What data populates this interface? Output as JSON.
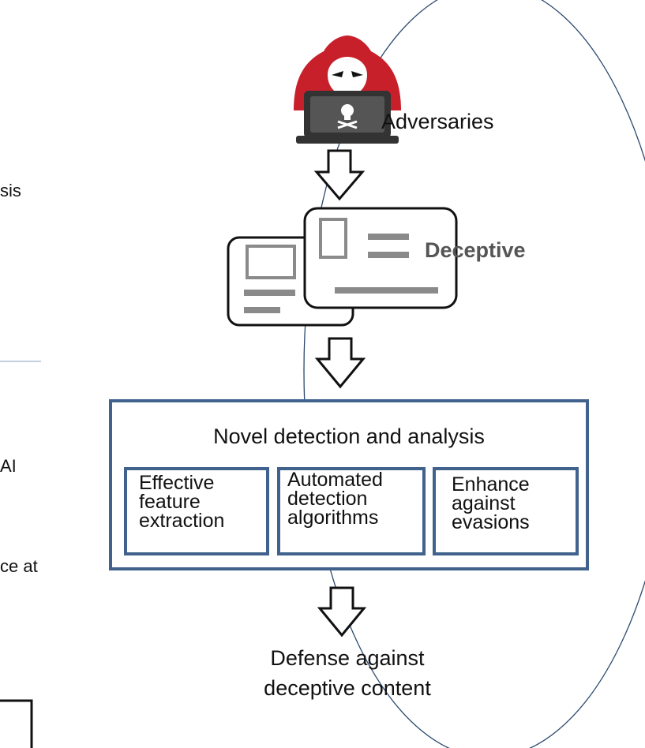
{
  "left_fragments": [
    "sis",
    "AI",
    "ce at"
  ],
  "adversaries_label": "Adversaries",
  "deceptive_label": "Deceptive",
  "detection": {
    "title": "Novel detection and analysis",
    "boxes": [
      {
        "lines": [
          "Effective",
          "feature",
          "extraction"
        ]
      },
      {
        "lines": [
          "Automated",
          "detection",
          "algorithms"
        ]
      },
      {
        "lines": [
          "Enhance",
          "against",
          "evasions"
        ]
      }
    ]
  },
  "defense": {
    "line1": "Defense against",
    "line2": "deceptive content"
  },
  "colors": {
    "ellipse": "#2c4a6e",
    "box_border": "#40628c",
    "hacker_red": "#c8202a",
    "card_gray": "#8a8a8a"
  }
}
